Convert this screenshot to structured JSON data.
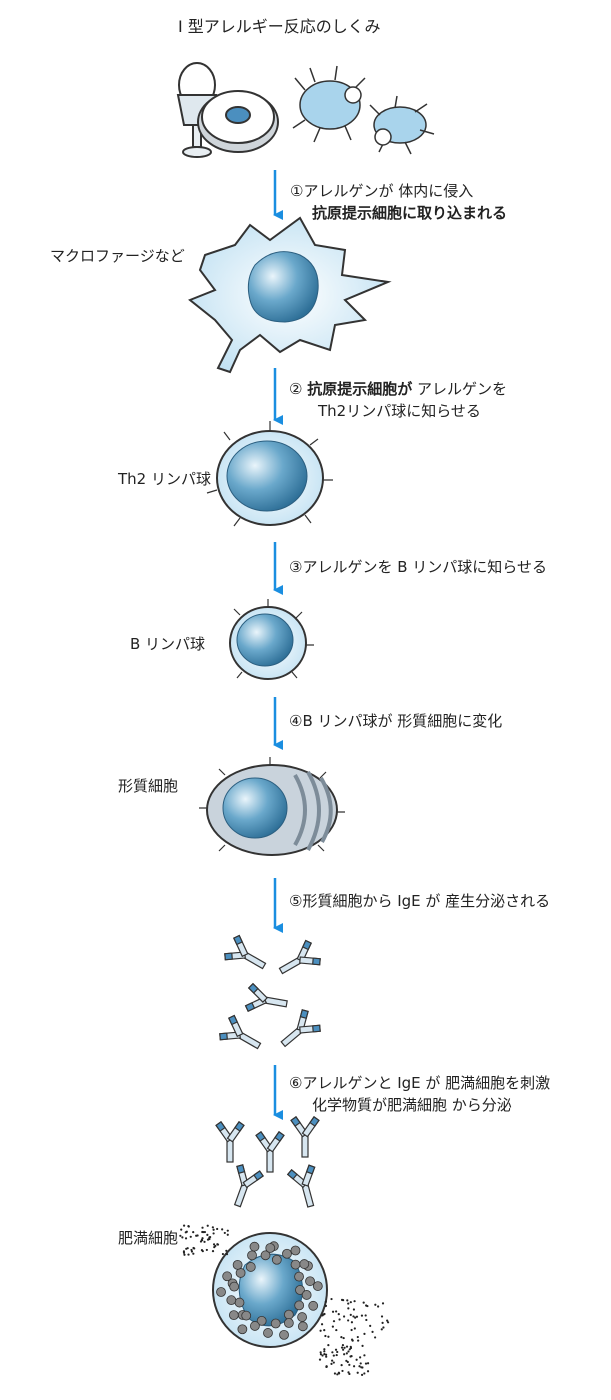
{
  "title": "I 型アレルギー反応のしくみ",
  "steps": [
    {
      "line1": "①アレルゲンが 体内に侵入",
      "line2": "抗原提示細胞に取り込まれる"
    },
    {
      "num": "②",
      "bold": "抗原提示細胞が",
      "rest": "アレルゲンを",
      "line2": "Th2リンパ球に知らせる"
    },
    {
      "line1": "③アレルゲンを B リンパ球に知らせる"
    },
    {
      "line1": "④B リンパ球が 形質細胞に変化"
    },
    {
      "line1": "⑤形質細胞から IgE が 産生分泌される"
    },
    {
      "line1": "⑥アレルゲンと IgE が 肥満細胞を刺激",
      "line2": "化学物質が肥満細胞 から分泌"
    }
  ],
  "labels": {
    "macrophage": "マクロファージなど",
    "th2": "Th2 リンパ球",
    "b_cell": "B リンパ球",
    "plasma": "形質細胞",
    "mast": "肥満細胞"
  },
  "colors": {
    "arrow": "#1a8ee0",
    "cell": "#cfe8f5",
    "nucleus": "#3f86ad",
    "plasma": "#c9d3dc"
  }
}
